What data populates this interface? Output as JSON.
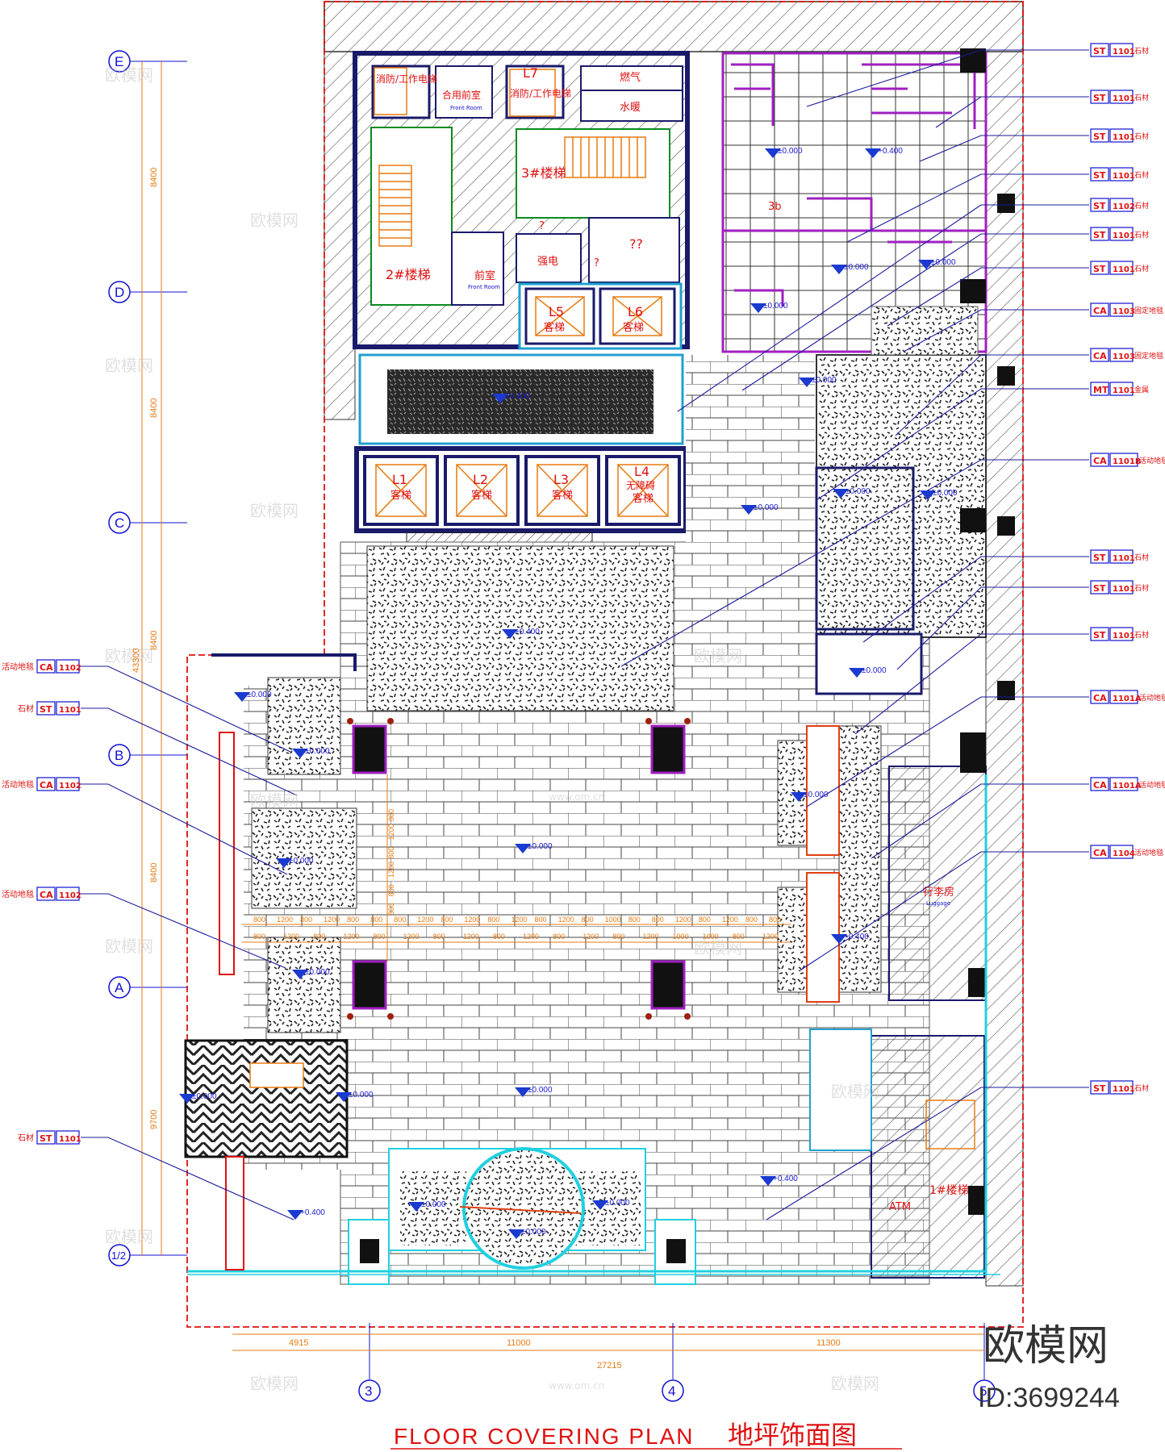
{
  "title": {
    "english": "FLOOR  COVERING  PLAN",
    "chinese": "地坪饰面图"
  },
  "brand": {
    "name": "欧模网",
    "id": "ID:3699244",
    "watermark": "欧模网",
    "watermark_url": "www.om.cn"
  },
  "axes": {
    "rows": [
      "E",
      "D",
      "C",
      "B",
      "A",
      "1/2"
    ],
    "columns": [
      "3",
      "4",
      "5"
    ]
  },
  "dimensions": {
    "vertical": [
      "8400",
      "8400",
      "8400",
      "43300",
      "8400",
      "9700"
    ],
    "horizontal": [
      "4915",
      "11000",
      "11300"
    ],
    "total": "27215",
    "strip_top": [
      "800",
      "1200",
      "800",
      "1200",
      "800",
      "800",
      "800",
      "1200",
      "800",
      "1200",
      "800",
      "1200",
      "800",
      "1200",
      "800",
      "1000",
      "800",
      "800",
      "1200",
      "800",
      "1200",
      "800",
      "800"
    ],
    "strip_bottom": [
      "800",
      "1200",
      "800",
      "1200",
      "800",
      "1200",
      "800",
      "1200",
      "800",
      "1200",
      "800",
      "1200",
      "800",
      "1200",
      "1000",
      "1000",
      "800",
      "1200"
    ],
    "column_vertical": [
      "800",
      "1200",
      "800",
      "1200",
      "800",
      "800"
    ]
  },
  "rooms": {
    "fire_left": "消防/工作电梯",
    "front_room_combined": "合用前室",
    "front_room_combined_en": "Front Room",
    "l7": "L7",
    "fire_l7": "消防/工作电梯",
    "gas": "燃气",
    "water": "水暖",
    "stair3": "3#楼梯",
    "stair2": "2#楼梯",
    "front_room": "前室",
    "front_room_en": "Front Room",
    "unknown1": "?",
    "unknown2": "??",
    "unknown3": "强电",
    "unknown4": "?",
    "l5": "L5",
    "l6": "L6",
    "passenger": "客梯",
    "l1": "L1",
    "l2": "L2",
    "l3": "L3",
    "l4": "L4",
    "accessible": "无障碍",
    "luggage": "行李房",
    "luggage_en": "Luggage",
    "stair1": "1#楼梯",
    "atm": "ATM",
    "room_3b": "3b"
  },
  "elevations": [
    "±0.000",
    "±0.400",
    "+0.400",
    "±0.000",
    "±0.000",
    "+0.400",
    "±0.000",
    "±0.000",
    "±0.000",
    "±0.000",
    "±0.000",
    "±0.000",
    "±0.000",
    "±0.000",
    "±0.000",
    "±0.000",
    "+0.400",
    "+0.400",
    "±0.000",
    "±0.000",
    "±0.000",
    "±0.000",
    "±0.000",
    "±0.000",
    "+0.400",
    "±0.000",
    "±0.000"
  ],
  "right_tags": [
    {
      "code": "ST",
      "num": "1101",
      "text": "石材"
    },
    {
      "code": "ST",
      "num": "1101",
      "text": "石材"
    },
    {
      "code": "ST",
      "num": "1101",
      "text": "石材"
    },
    {
      "code": "ST",
      "num": "1101",
      "text": "石材"
    },
    {
      "code": "ST",
      "num": "1102",
      "text": "石材"
    },
    {
      "code": "ST",
      "num": "1101",
      "text": "石材"
    },
    {
      "code": "ST",
      "num": "1101",
      "text": "石材"
    },
    {
      "code": "CA",
      "num": "1103",
      "text": "固定地毯"
    },
    {
      "code": "CA",
      "num": "1103",
      "text": "固定地毯"
    },
    {
      "code": "MT",
      "num": "1101",
      "text": "金属"
    },
    {
      "code": "CA",
      "num": "1101B",
      "text": "活动地毯"
    },
    {
      "code": "ST",
      "num": "1101",
      "text": "石材"
    },
    {
      "code": "ST",
      "num": "1101",
      "text": "石材"
    },
    {
      "code": "ST",
      "num": "1101",
      "text": "石材"
    },
    {
      "code": "CA",
      "num": "1101A",
      "text": "活动地毯"
    },
    {
      "code": "CA",
      "num": "1101A",
      "text": "活动地毯"
    },
    {
      "code": "CA",
      "num": "1104",
      "text": "活动地毯"
    },
    {
      "code": "ST",
      "num": "1101",
      "text": "石材"
    }
  ],
  "left_tags": [
    {
      "code": "CA",
      "num": "1102",
      "text": "活动地毯"
    },
    {
      "code": "ST",
      "num": "1101",
      "text": "石材"
    },
    {
      "code": "CA",
      "num": "1102",
      "text": "活动地毯"
    },
    {
      "code": "CA",
      "num": "1102",
      "text": "活动地毯"
    },
    {
      "code": "ST",
      "num": "1101",
      "text": "石材"
    }
  ],
  "colors": {
    "wall": "#1a1a6a",
    "dim": "#e87a10",
    "label": "#e01010",
    "grid": "#2020c0",
    "glass": "#20d0e0",
    "hatch": "#555555",
    "boundary": "#e01010",
    "purple": "#a020c0"
  }
}
